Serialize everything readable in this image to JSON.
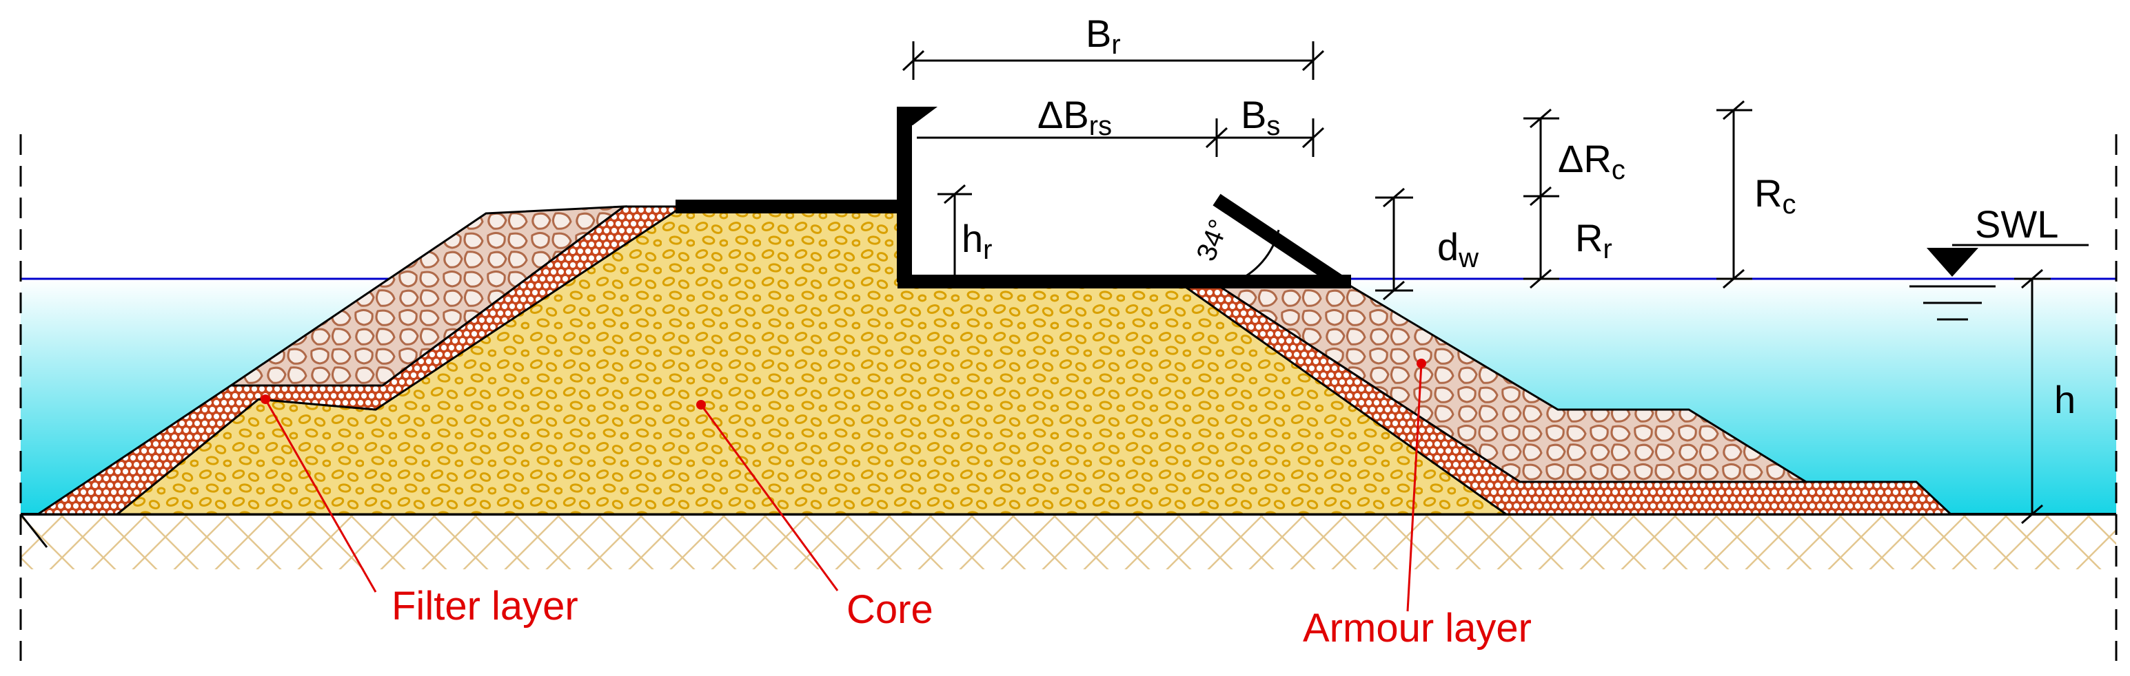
{
  "labels": {
    "Br": {
      "main": "B",
      "sub": "r"
    },
    "dBrs": {
      "main": "ΔB",
      "sub": "rs"
    },
    "Bs": {
      "main": "B",
      "sub": "s"
    },
    "hr": {
      "main": "h",
      "sub": "r"
    },
    "angle": "34°",
    "dw": {
      "main": "d",
      "sub": "w"
    },
    "dRc": {
      "main": "ΔR",
      "sub": "c"
    },
    "Rr": {
      "main": "R",
      "sub": "r"
    },
    "Rc": {
      "main": "R",
      "sub": "c"
    },
    "swl": "SWL",
    "h": "h"
  },
  "callouts": {
    "filter": "Filter layer",
    "core": "Core",
    "armour": "Armour layer"
  },
  "colors": {
    "water_top": "#ffffff",
    "water_bottom": "#17d4e6",
    "swl_line": "#0000cc",
    "core_fill": "#f4dc86",
    "core_grain": "#d9a000",
    "armour_fill": "#e8cdbf",
    "armour_stone": "#b06a4a",
    "filter_fill": "#c8461c",
    "seabed_hatch": "#e3c790",
    "callout": "#e00000",
    "structure": "#000000"
  }
}
